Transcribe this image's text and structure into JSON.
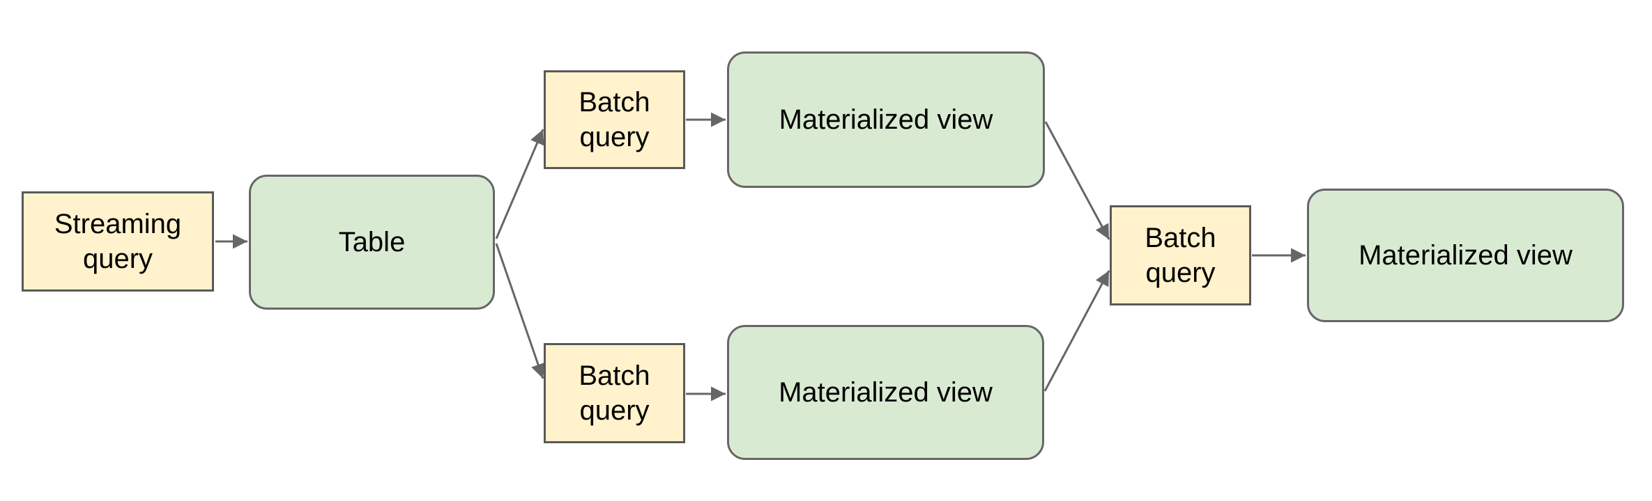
{
  "diagram": {
    "background": "#ffffff",
    "colors": {
      "query_fill": "#fff2cc",
      "query_border": "#595959",
      "entity_fill": "#d9ead3",
      "entity_border": "#666666",
      "arrow": "#666666",
      "text": "#000000"
    },
    "nodes": {
      "streaming_query": {
        "label": "Streaming query",
        "kind": "query",
        "shape": "rectangle"
      },
      "table": {
        "label": "Table",
        "kind": "table",
        "shape": "rounded-rectangle"
      },
      "batch_query_top": {
        "label": "Batch query",
        "kind": "query",
        "shape": "rectangle"
      },
      "materialized_view_top": {
        "label": "Materialized view",
        "kind": "view",
        "shape": "rounded-rectangle"
      },
      "batch_query_bottom": {
        "label": "Batch query",
        "kind": "query",
        "shape": "rectangle"
      },
      "materialized_view_bottom": {
        "label": "Materialized view",
        "kind": "view",
        "shape": "rounded-rectangle"
      },
      "batch_query_right": {
        "label": "Batch query",
        "kind": "query",
        "shape": "rectangle"
      },
      "materialized_view_right": {
        "label": "Materialized view",
        "kind": "view",
        "shape": "rounded-rectangle"
      }
    },
    "edges": [
      {
        "from": "streaming_query",
        "to": "table"
      },
      {
        "from": "table",
        "to": "batch_query_top"
      },
      {
        "from": "table",
        "to": "batch_query_bottom"
      },
      {
        "from": "batch_query_top",
        "to": "materialized_view_top"
      },
      {
        "from": "batch_query_bottom",
        "to": "materialized_view_bottom"
      },
      {
        "from": "materialized_view_top",
        "to": "batch_query_right"
      },
      {
        "from": "materialized_view_bottom",
        "to": "batch_query_right"
      },
      {
        "from": "batch_query_right",
        "to": "materialized_view_right"
      }
    ]
  }
}
